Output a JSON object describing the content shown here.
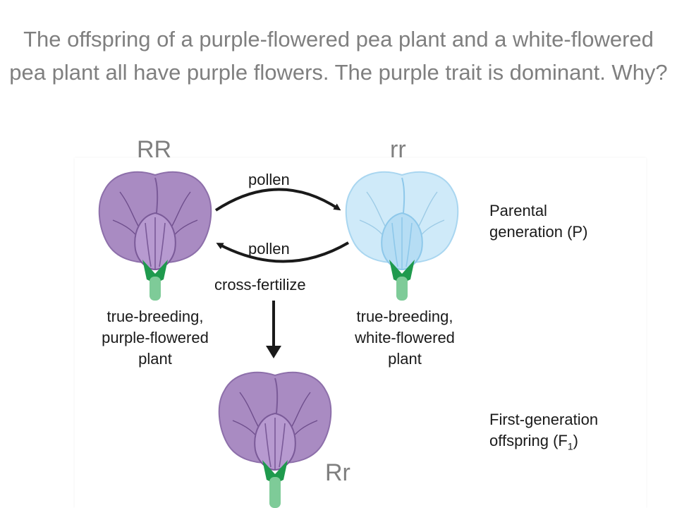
{
  "title": "The offspring of a purple-flowered pea plant and a white-flowered pea plant all have purple flowers. The purple trait is dominant. Why?",
  "genotypes": {
    "purple_parent": "RR",
    "white_parent": "rr",
    "offspring": "Rr"
  },
  "labels": {
    "pollen_top": "pollen",
    "pollen_bottom": "pollen",
    "cross": "cross-fertilize",
    "purple_plant": [
      "true-breeding,",
      "purple-flowered",
      "plant"
    ],
    "white_plant": [
      "true-breeding,",
      "white-flowered",
      "plant"
    ],
    "parental": [
      "Parental",
      "generation (P)"
    ],
    "first_gen_line1": "First-generation",
    "first_gen_line2_prefix": "offspring (F",
    "first_gen_sub": "1",
    "first_gen_line2_suffix": ")"
  },
  "colors": {
    "purple_petal": "#a98bc2",
    "purple_dark": "#7a5a98",
    "white_petal": "#bfe3f7",
    "white_dark": "#8ec8ea",
    "stem": "#7ecb98",
    "sepal": "#1f9a4d"
  }
}
